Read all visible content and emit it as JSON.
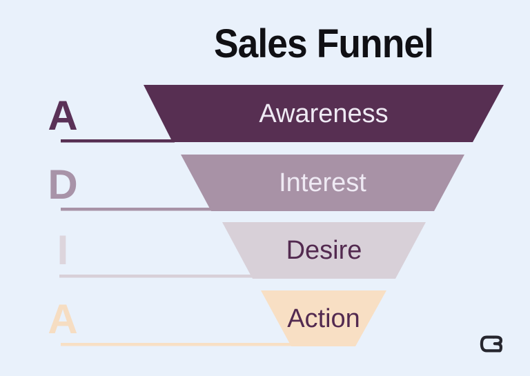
{
  "title": "Sales Funnel",
  "title_color": "#101014",
  "background": "#e9f1fb",
  "funnel": {
    "stages": [
      {
        "letter": "A",
        "label": "Awareness",
        "band_color": "#572f52",
        "letter_color": "#5a3157",
        "label_color": "#efeaf4"
      },
      {
        "letter": "D",
        "label": "Interest",
        "band_color": "#a892a6",
        "letter_color": "#a893a8",
        "label_color": "#efeaf4"
      },
      {
        "letter": "I",
        "label": "Desire",
        "band_color": "#d8d0d8",
        "letter_color": "#ddd5dc",
        "label_color": "#532a50"
      },
      {
        "letter": "A",
        "label": "Action",
        "band_color": "#f8dfc4",
        "letter_color": "#f6ddc2",
        "label_color": "#532a50"
      }
    ]
  },
  "logo": {
    "name": "cb-monogram",
    "color": "#26262e"
  }
}
